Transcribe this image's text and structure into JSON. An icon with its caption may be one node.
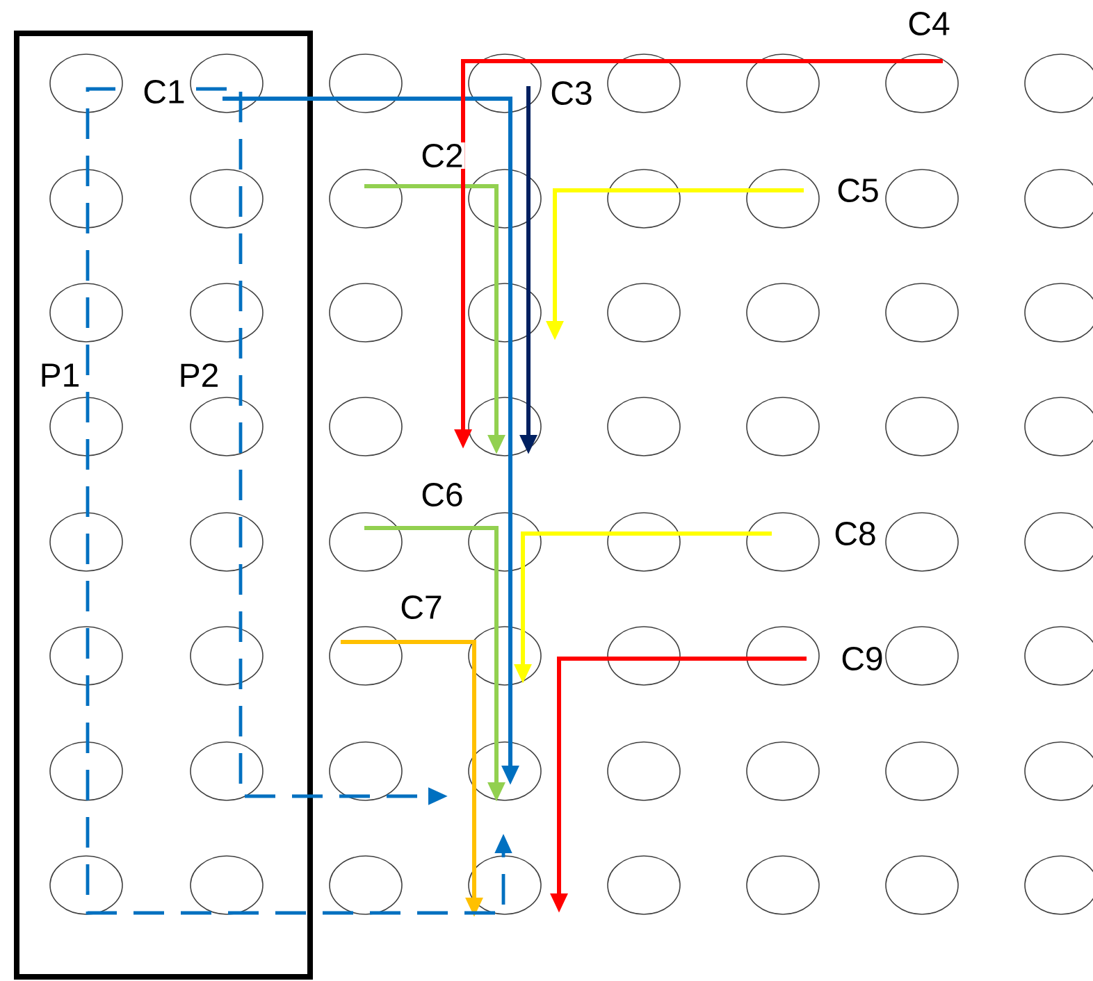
{
  "diagram": {
    "labels": [
      "C4",
      "C1",
      "C3",
      "C2",
      "C5",
      "P1",
      "P2",
      "C6",
      "C8",
      "C7",
      "C9"
    ]
  }
}
